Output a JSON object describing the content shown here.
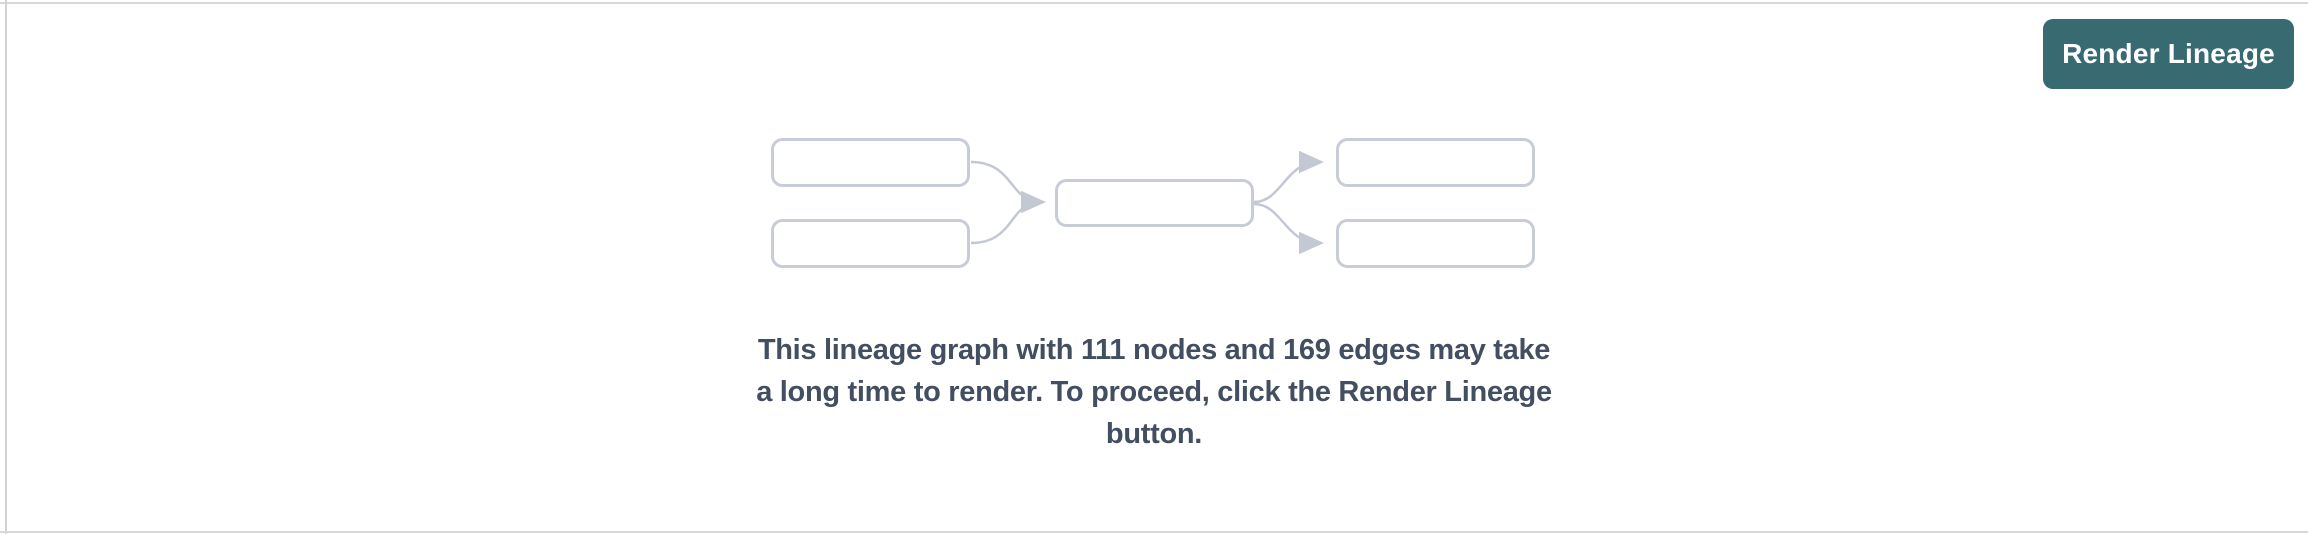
{
  "toolbar": {
    "render_button_label": "Render Lineage"
  },
  "empty_state": {
    "illustration": "lineage-graph-placeholder",
    "node_count": "111",
    "edge_count": "169",
    "message_lines": [
      "This lineage graph with 111 nodes and 169 edges may take",
      "a long time to render. To proceed, click the Render Lineage",
      "button."
    ]
  },
  "colors": {
    "button_background": "#386a71",
    "button_text": "#ffffff",
    "message_text": "#434e61",
    "diagram_stroke": "#c7ccd6",
    "panel_border": "#d8d8dc"
  }
}
